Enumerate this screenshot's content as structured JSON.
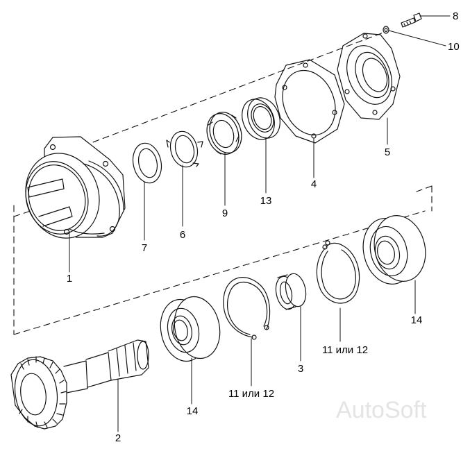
{
  "diagram": {
    "labels": {
      "p1": "1",
      "p2": "2",
      "p3": "3",
      "p4": "4",
      "p5": "5",
      "p6": "6",
      "p7": "7",
      "p8": "8",
      "p9": "9",
      "p10": "10",
      "p11a": "11 или 12",
      "p11b": "11 или 12",
      "p13": "13",
      "p14a": "14",
      "p14b": "14"
    },
    "watermark": "AutoSoft"
  }
}
